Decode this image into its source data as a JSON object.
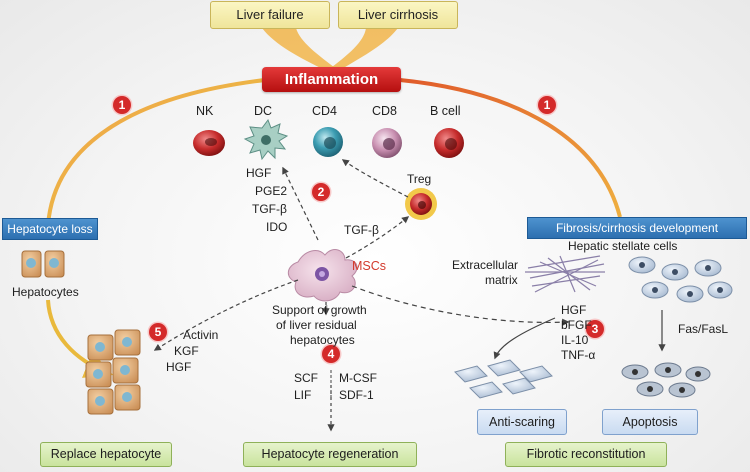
{
  "triggers": {
    "left": "Liver failure",
    "right": "Liver cirrhosis"
  },
  "center": {
    "label": "Inflammation"
  },
  "steps": [
    "1",
    "1",
    "2",
    "3",
    "4",
    "5"
  ],
  "immune_cells": [
    "NK",
    "DC",
    "CD4",
    "CD8",
    "B cell",
    "Treg"
  ],
  "factors_dc": [
    "HGF",
    "PGE2",
    "TGF-β",
    "IDO"
  ],
  "factor_treg": "TGF-β",
  "msc_label": "MSCs",
  "left_branch": {
    "title": "Hepatocyte loss",
    "cells_label": "Hepatocytes",
    "factors": [
      "Activin",
      "KGF",
      "HGF"
    ]
  },
  "right_branch": {
    "title": "Fibrosis/cirrhosis development",
    "stellate_label": "Hepatic stellate cells",
    "matrix_label_line1": "Extracellular",
    "matrix_label_line2": "matrix",
    "factors": [
      "HGF",
      "bFGF",
      "IL-10",
      "TNF-α"
    ],
    "fas_label": "Fas/FasL"
  },
  "support_text": [
    "Support of growth",
    "of liver residual",
    "hepatocytes"
  ],
  "regen_factors": {
    "left": [
      "SCF",
      "LIF"
    ],
    "right": [
      "M-CSF",
      "SDF-1"
    ]
  },
  "outcomes": {
    "anti_scaring": "Anti-scaring",
    "apoptosis": "Apoptosis",
    "replace": "Replace hepatocyte",
    "regeneration": "Hepatocyte regeneration",
    "fibrotic": "Fibrotic reconstitution"
  },
  "colors": {
    "inflammation": "#c41a1a",
    "branch_arc_left": "#e3b53c",
    "branch_arc_right": "#e07b2a",
    "blue_box": "#3b7fc0",
    "green_box": "#d6eab0",
    "msc": "#d33a2c"
  }
}
